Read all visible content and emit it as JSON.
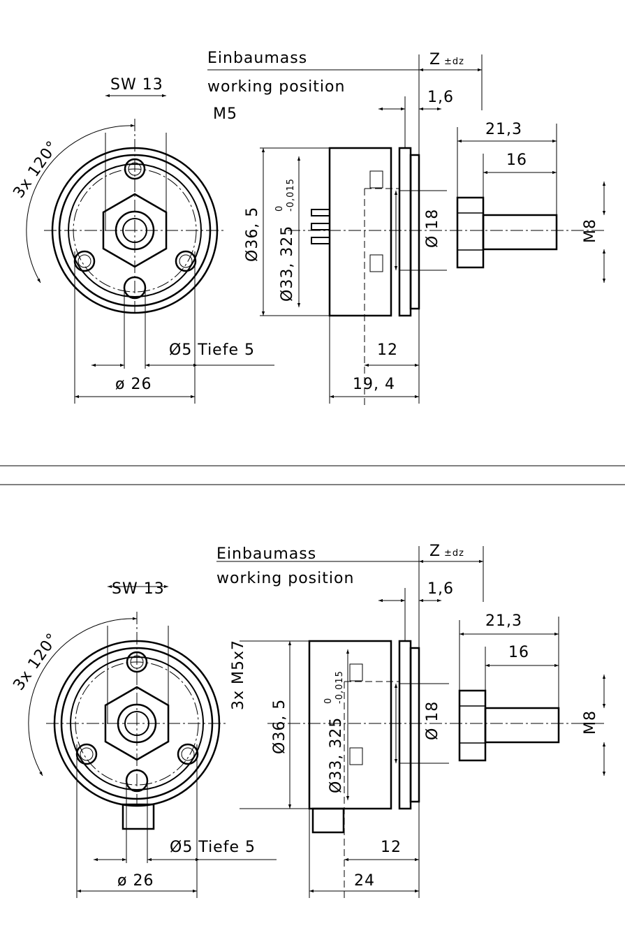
{
  "drawings": [
    {
      "install_label": "Einbaumass",
      "working_label": "working position",
      "z_label": "Z",
      "z_tol": "±dz",
      "dim_1_6": "1,6",
      "sw": "SW 13",
      "thread_label": "M5",
      "angle": "3x 120°",
      "dim_21_3": "21,3",
      "dim_16": "16",
      "dia_36_5": "Ø36, 5",
      "dia_33": "Ø33, 325",
      "tol_upper": "0",
      "tol_lower": "-0,015",
      "dia_18": "Ø 18",
      "m8": "M8",
      "hole": "Ø5 Tiefe 5",
      "dim_12": "12",
      "dia_26": "ø 26",
      "length": "19, 4"
    },
    {
      "install_label": "Einbaumass",
      "working_label": "working position",
      "z_label": "Z",
      "z_tol": "±dz",
      "dim_1_6": "1,6",
      "sw": "SW 13",
      "thread_label": "3x M5x7",
      "angle": "3x 120°",
      "dim_21_3": "21,3",
      "dim_16": "16",
      "dia_36_5": "Ø36, 5",
      "dia_33": "Ø33, 325",
      "tol_upper": "0",
      "tol_lower": "-0,015",
      "dia_18": "Ø 18",
      "m8": "M8",
      "hole": "Ø5 Tiefe 5",
      "dim_12": "12",
      "dia_26": "ø 26",
      "length": "24"
    }
  ]
}
